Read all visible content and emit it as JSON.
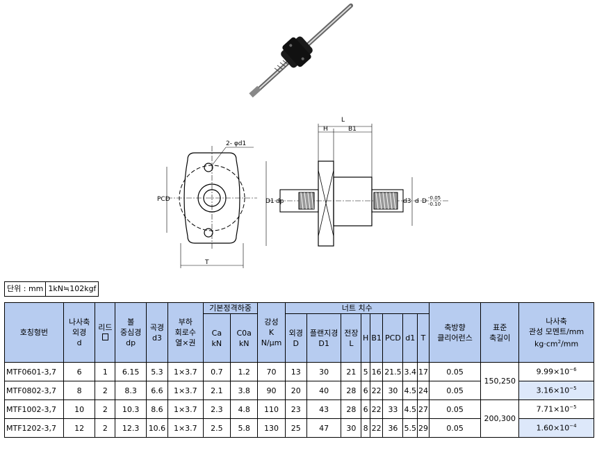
{
  "drawing_labels": {
    "d1_hole": "2- φd1",
    "pcd": "PCD",
    "T": "T",
    "L": "L",
    "H": "H",
    "B1": "B1",
    "D1": "D1",
    "dp": "dp",
    "d3": "d3",
    "d": "d",
    "D": "D",
    "tol_upper": "-0.05",
    "tol_lower": "-0.10"
  },
  "units": {
    "unit": "단위 : mm",
    "conversion": "1kN≒102kgf"
  },
  "table": {
    "h_model": "호칭형번",
    "h_screw_od": [
      "나사축",
      "외경",
      "d"
    ],
    "h_lead": "리드",
    "h_ball_center": [
      "볼",
      "중심경",
      "dp"
    ],
    "h_root": [
      "곡경",
      "d3"
    ],
    "h_circuits": [
      "부하",
      "회로수",
      "열×권"
    ],
    "h_basic_load": "기본정격하중",
    "h_ca": [
      "Ca",
      "kN"
    ],
    "h_c0a": [
      "C0a",
      "kN"
    ],
    "h_stiffness": [
      "강성",
      "K",
      "N/μm"
    ],
    "h_nut": "너트 치수",
    "h_nut_od": [
      "외경",
      "D"
    ],
    "h_flange": [
      "플랜지경",
      "D1"
    ],
    "h_length": [
      "전장",
      "L"
    ],
    "h_H": "H",
    "h_B1": "B1",
    "h_PCD": "PCD",
    "h_d1": "d1",
    "h_T": "T",
    "h_clearance": [
      "축방향",
      "클리어런스"
    ],
    "h_std_len": [
      "표준",
      "축길이"
    ],
    "h_moment": [
      "나사축",
      "관성 모멘트/mm"
    ],
    "h_moment_unit": "kg·cm",
    "h_moment_unit_sup": "2",
    "h_moment_unit_tail": "/mm",
    "std_len_a": "150,250",
    "std_len_b": "200,300",
    "rows": [
      {
        "model": "MTF0601-3,7",
        "d": "6",
        "lead": "1",
        "dp": "6.15",
        "d3": "5.3",
        "circ": "1×3.7",
        "ca": "0.7",
        "c0a": "1.2",
        "k": "70",
        "D": "13",
        "D1": "30",
        "L": "21",
        "H": "5",
        "B1": "16",
        "PCD": "21.5",
        "d1": "3.4",
        "T": "17",
        "clr": "0.05",
        "mom": "9.99×10",
        "exp": "−6"
      },
      {
        "model": "MTF0802-3,7",
        "d": "8",
        "lead": "2",
        "dp": "8.3",
        "d3": "6.6",
        "circ": "1×3.7",
        "ca": "2.1",
        "c0a": "3.8",
        "k": "90",
        "D": "20",
        "D1": "40",
        "L": "28",
        "H": "6",
        "B1": "22",
        "PCD": "30",
        "d1": "4.5",
        "T": "24",
        "clr": "0.05",
        "mom": "3.16×10",
        "exp": "−5"
      },
      {
        "model": "MTF1002-3,7",
        "d": "10",
        "lead": "2",
        "dp": "10.3",
        "d3": "8.6",
        "circ": "1×3.7",
        "ca": "2.3",
        "c0a": "4.8",
        "k": "110",
        "D": "23",
        "D1": "43",
        "L": "28",
        "H": "6",
        "B1": "22",
        "PCD": "33",
        "d1": "4.5",
        "T": "27",
        "clr": "0.05",
        "mom": "7.71×10",
        "exp": "−5"
      },
      {
        "model": "MTF1202-3,7",
        "d": "12",
        "lead": "2",
        "dp": "12.3",
        "d3": "10.6",
        "circ": "1×3.7",
        "ca": "2.5",
        "c0a": "5.8",
        "k": "130",
        "D": "25",
        "D1": "47",
        "L": "30",
        "H": "8",
        "B1": "22",
        "PCD": "36",
        "d1": "5.5",
        "T": "29",
        "clr": "0.05",
        "mom": "1.60×10",
        "exp": "−4"
      }
    ]
  }
}
